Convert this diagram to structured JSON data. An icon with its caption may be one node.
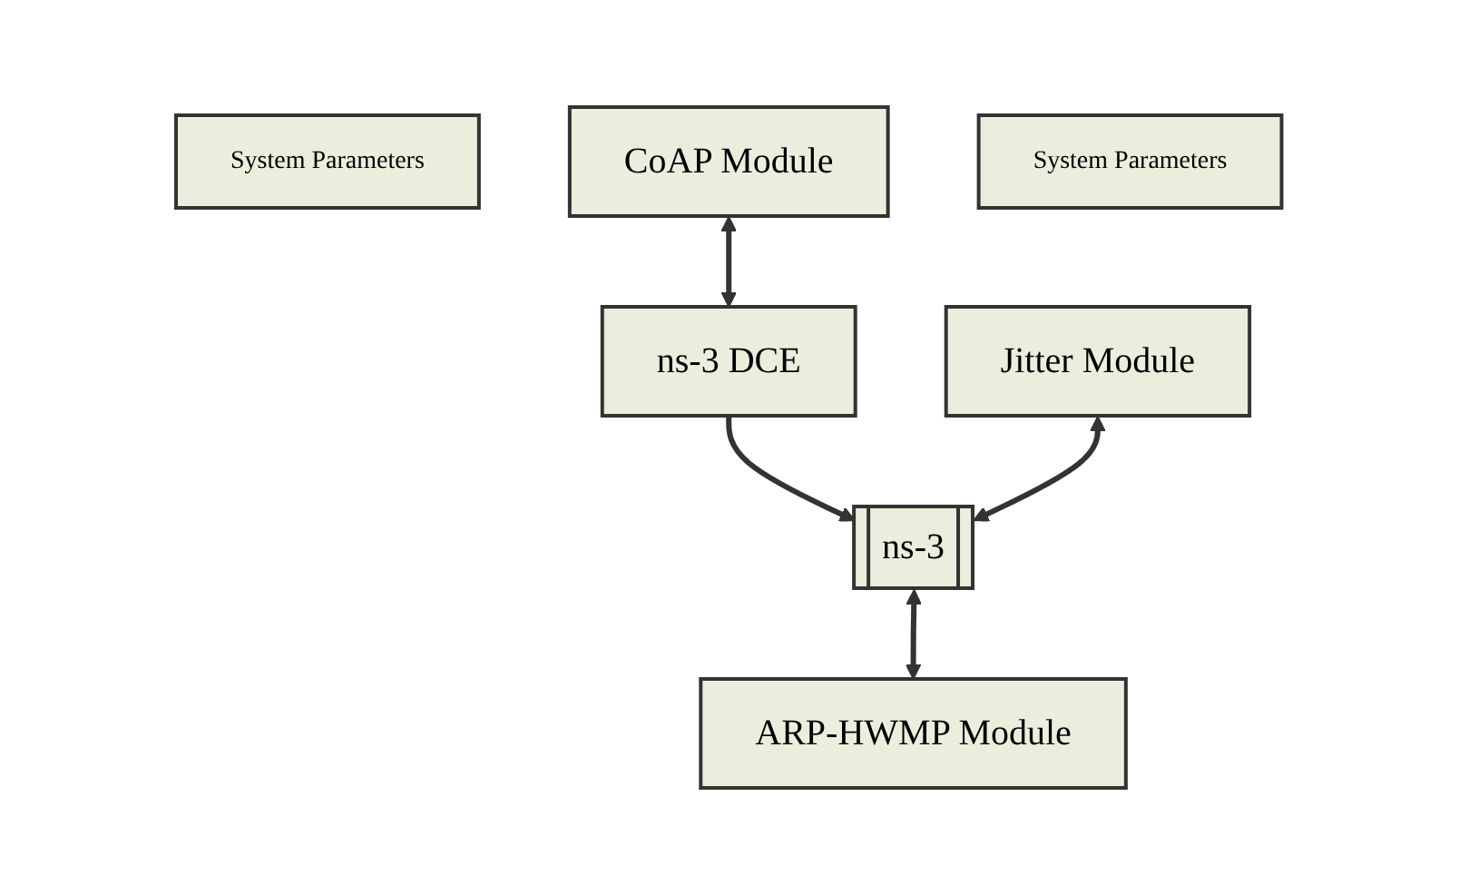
{
  "diagram": {
    "nodes": [
      {
        "text": [
          "System Parameters"
        ]
      },
      {
        "text": [
          "CoAP Module"
        ]
      },
      {
        "text": [
          "Jitter Module"
        ]
      },
      {
        "text": [
          "ns-3 DCE"
        ]
      },
      {
        "text": [
          "ns-3"
        ]
      },
      {
        "text": [
          "System Parameters"
        ]
      },
      {
        "text": [
          "ARP-HWMP Module"
        ]
      }
    ],
    "edges": [
      {
        "from": 1,
        "to": 3,
        "arrow": "both"
      },
      {
        "from": 3,
        "to": 4,
        "arrow": "to"
      },
      {
        "from": 2,
        "to": 4,
        "arrow": "both"
      },
      {
        "from": 4,
        "to": 6,
        "arrow": "both"
      }
    ]
  }
}
